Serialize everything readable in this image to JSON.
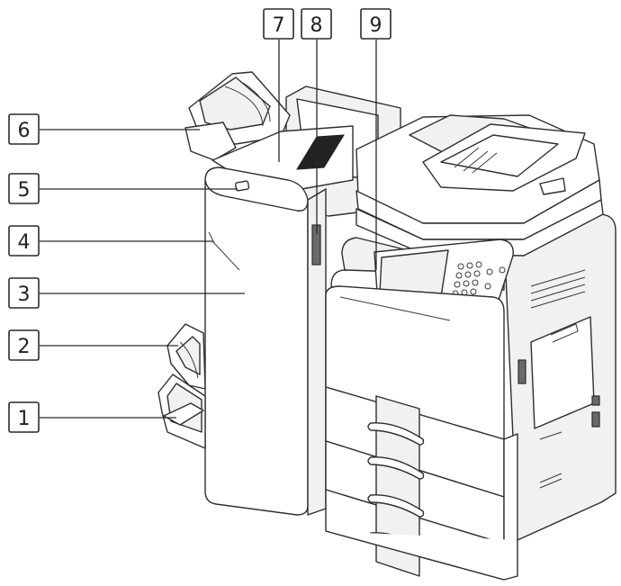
{
  "callouts": [
    {
      "id": "1",
      "label": "1"
    },
    {
      "id": "2",
      "label": "2"
    },
    {
      "id": "3",
      "label": "3"
    },
    {
      "id": "4",
      "label": "4"
    },
    {
      "id": "5",
      "label": "5"
    },
    {
      "id": "6",
      "label": "6"
    },
    {
      "id": "7",
      "label": "7"
    },
    {
      "id": "8",
      "label": "8"
    },
    {
      "id": "9",
      "label": "9"
    }
  ],
  "colors": {
    "line": "#2f2f2f",
    "paper": "#ffffff",
    "shade": "#f1f1f1"
  }
}
